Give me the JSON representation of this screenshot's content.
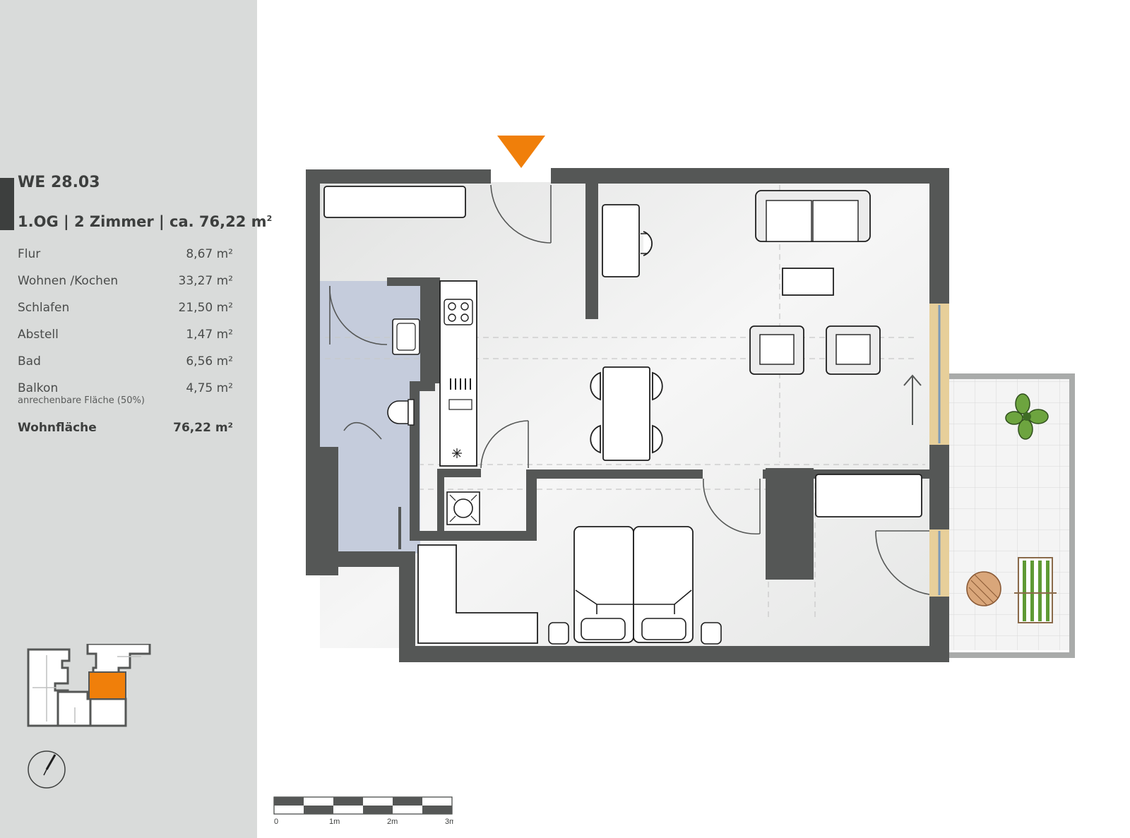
{
  "unit": {
    "id": "WE 28.03",
    "floor": "1.OG",
    "rooms": "2 Zimmer",
    "area_prefix": "ca.",
    "area_value": "76,22",
    "area_unit": "m",
    "area_exp": "2"
  },
  "room_list": [
    {
      "name": "Flur",
      "area": "8,67 m²"
    },
    {
      "name": "Wohnen /Kochen",
      "area": "33,27 m²"
    },
    {
      "name": "Schlafen",
      "area": "21,50 m²"
    },
    {
      "name": "Abstell",
      "area": "1,47 m²"
    },
    {
      "name": "Bad",
      "area": "6,56 m²"
    },
    {
      "name": "Balkon",
      "area": "4,75 m²",
      "note": "anrechenbare Fläche (50%)"
    }
  ],
  "total": {
    "name": "Wohnfläche",
    "area": "76,22 m²"
  },
  "scale": {
    "labels": [
      "0",
      "1m",
      "2m",
      "3m"
    ]
  },
  "colors": {
    "sidebar": "#d9dbda",
    "wall": "#555756",
    "accent": "#f07f0a",
    "bath": "#c5ccdc",
    "floor": "#ececec",
    "window": "#e7cf9a"
  },
  "icons": {
    "entrance": "entrance-triangle-icon",
    "compass": "north-arrow-icon",
    "plant": "plant-icon"
  }
}
